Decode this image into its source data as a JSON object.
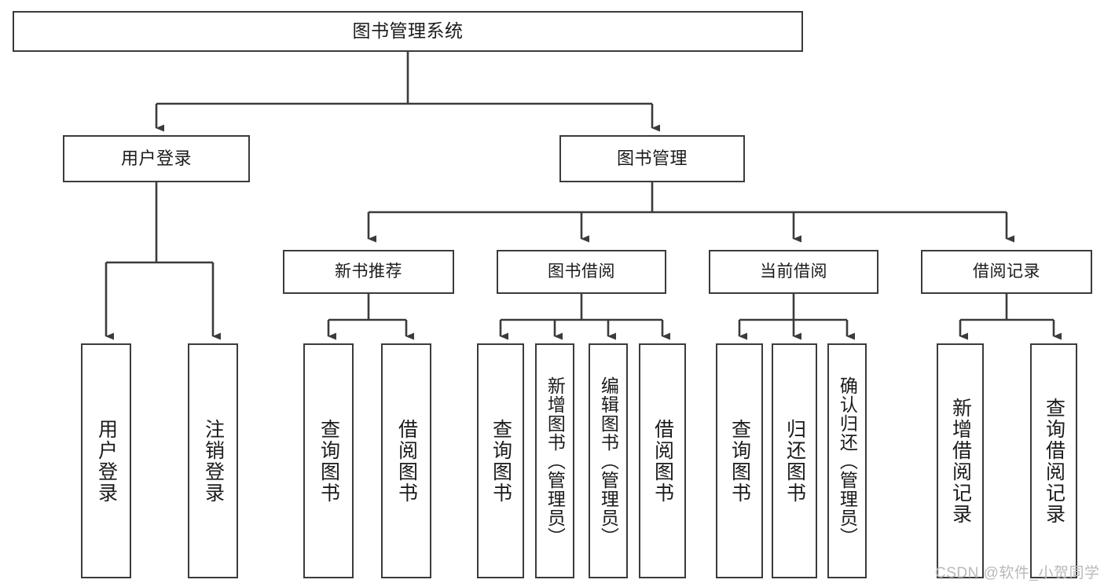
{
  "diagram": {
    "title": "图书管理系统",
    "type": "hierarchy-tree",
    "levels": 4,
    "colors": {
      "stroke": "#3b3b3b",
      "fill": "#ffffff",
      "text": "#1b1b1b",
      "watermark": "#b9b9b9"
    },
    "root": {
      "label": "图书管理系统"
    },
    "level2": [
      {
        "label": "用户登录"
      },
      {
        "label": "图书管理"
      }
    ],
    "level3": [
      {
        "label": "新书推荐"
      },
      {
        "label": "图书借阅"
      },
      {
        "label": "当前借阅"
      },
      {
        "label": "借阅记录"
      }
    ],
    "leaves": {
      "user_login": [
        {
          "label": "用户登录"
        },
        {
          "label": "注销登录"
        }
      ],
      "new_book_recommend": [
        {
          "label": "查询图书"
        },
        {
          "label": "借阅图书"
        }
      ],
      "book_borrow": [
        {
          "label": "查询图书"
        },
        {
          "label": "新增图书（管理员）"
        },
        {
          "label": "编辑图书（管理员）"
        },
        {
          "label": "借阅图书"
        }
      ],
      "current_borrow": [
        {
          "label": "查询图书"
        },
        {
          "label": "归还图书"
        },
        {
          "label": "确认归还（管理员）"
        }
      ],
      "borrow_record": [
        {
          "label": "新增借阅记录"
        },
        {
          "label": "查询借阅记录"
        }
      ]
    }
  },
  "watermark": {
    "text": "CSDN @软件_小贺同学"
  }
}
